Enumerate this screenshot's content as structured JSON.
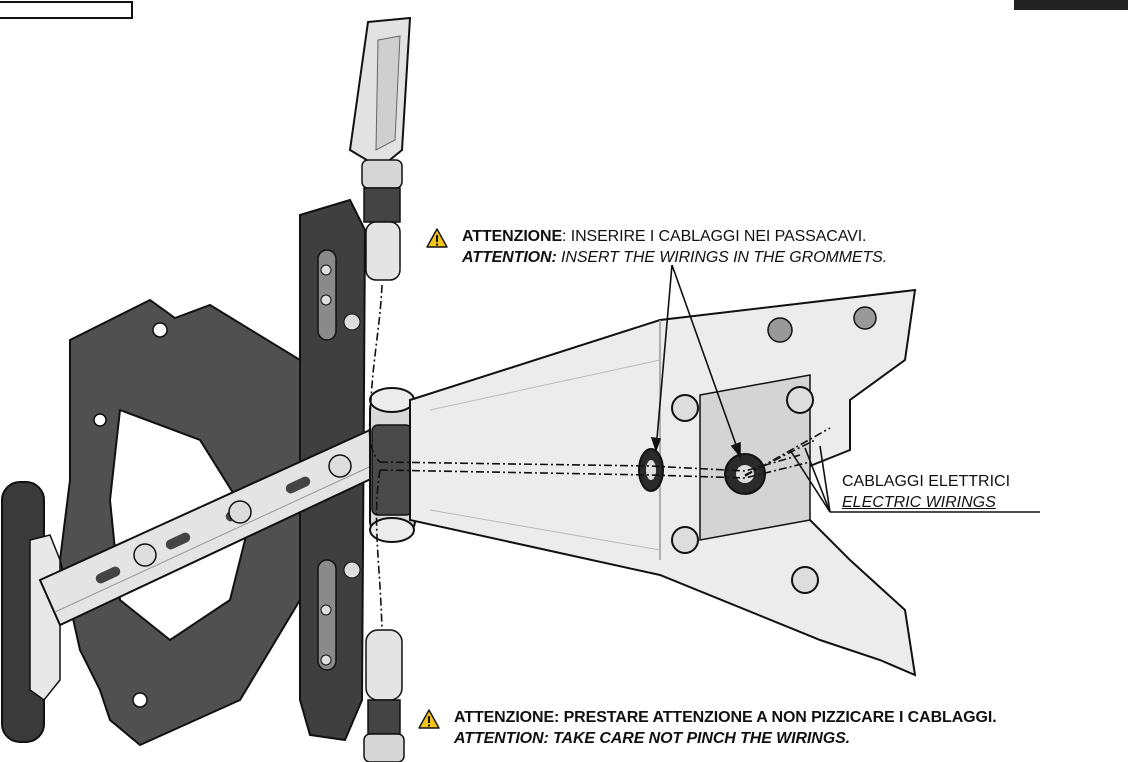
{
  "note_top": {
    "it_strong": "ATTENZIONE",
    "it_rest": ": INSERIRE I CABLAGGI NEI PASSACAVI.",
    "en_strong": "ATTENTION:",
    "en_rest": " INSERT THE WIRINGS IN THE GROMMETS."
  },
  "note_right": {
    "it": "CABLAGGI ELETTRICI",
    "en": "ELECTRIC WIRINGS"
  },
  "note_bottom": {
    "it": "ATTENZIONE: PRESTARE ATTENZIONE A NON PIZZICARE I CABLAGGI.",
    "en": "ATTENTION: TAKE CARE NOT PINCH THE WIRINGS."
  },
  "icons": {
    "warning": "warning-triangle-icon"
  },
  "colors": {
    "warning_fill": "#f2c318",
    "plate_dark": "#4d4d4d",
    "metal_light": "#e6e6e6",
    "ink": "#111111"
  }
}
